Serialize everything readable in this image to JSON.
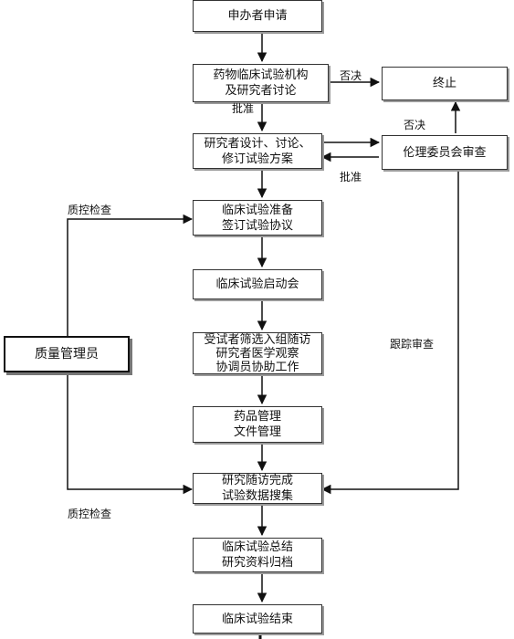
{
  "flow": {
    "apply": "申办者申请",
    "discuss": "药物临床试验机构\n及研究者讨论",
    "design": "研究者设计、讨论、\n修订试验方案",
    "prepare": "临床试验准备\n签订试验协议",
    "kickoff": "临床试验启动会",
    "enroll": "受试者筛选入组随访\n研究者医学观察\n协调员协助工作",
    "manage": "药品管理\n文件管理",
    "visit": "研究随访完成\n试验数据搜集",
    "summary": "临床试验总结\n研究资料归档",
    "end": "临床试验结束",
    "terminate": "终止",
    "ethics": "伦理委员会审查",
    "qa_manager": "质量管理员"
  },
  "labels": {
    "reject_top": "否决",
    "approve_1": "批准",
    "reject_ethics": "否决",
    "approve_2": "批准",
    "qc_top": "质控检查",
    "qc_bottom": "质控检查",
    "tracking": "跟踪审查"
  }
}
